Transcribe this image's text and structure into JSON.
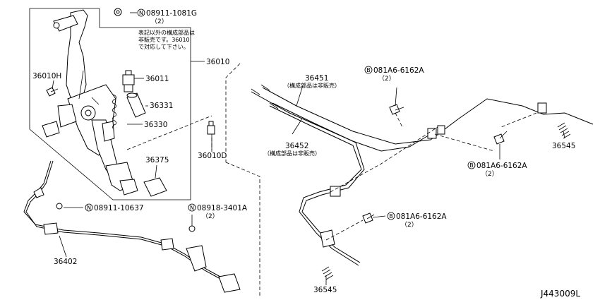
{
  "reference": "J443009L",
  "parts": {
    "p36010": "36010",
    "p36010H": "36010H",
    "p36011": "36011",
    "p36331": "36331",
    "p36330": "36330",
    "p36375": "36375",
    "p36010D": "36010D",
    "p36402": "36402",
    "p36451": "36451",
    "p36451_note": "（構成部品は非販売）",
    "p36452": "36452",
    "p36452_note": "（構成部品は非販売）",
    "p36545_a": "36545",
    "p36545_b": "36545"
  },
  "fasteners": {
    "nut_top": {
      "symbol": "N",
      "number": "08911-1081G",
      "qty": "（2）"
    },
    "nut_left": {
      "symbol": "N",
      "number": "08911-10637",
      "qty": ""
    },
    "nut_mid": {
      "symbol": "N",
      "number": "08918-3401A",
      "qty": "（2）"
    },
    "bolt_top": {
      "symbol": "B",
      "number": "081A6-6162A",
      "qty": "（2）"
    },
    "bolt_right": {
      "symbol": "B",
      "number": "081A6-6162A",
      "qty": "（2）"
    },
    "bolt_bottom": {
      "symbol": "B",
      "number": "081A6-6162A",
      "qty": "（2）"
    }
  },
  "note_lines": [
    "表記以外の構成部品は",
    "非販売です。36010",
    "で対応して下さい。"
  ]
}
